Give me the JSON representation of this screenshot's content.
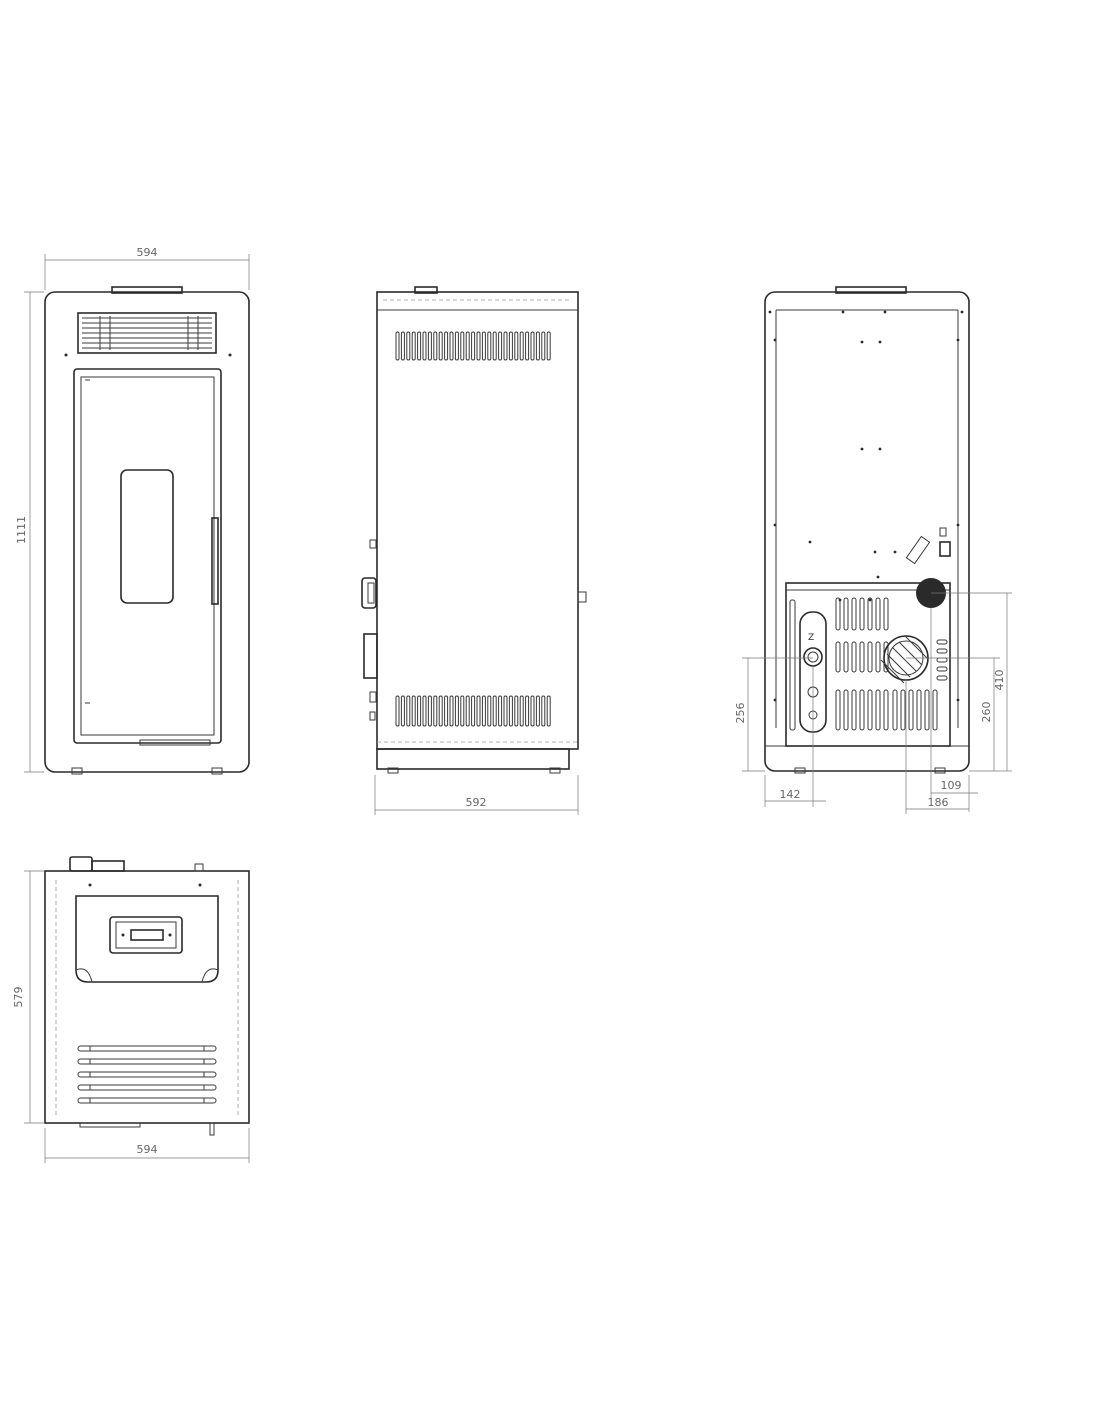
{
  "views": {
    "front": {
      "width_label": "594",
      "height_label": "1111"
    },
    "side": {
      "depth_label": "592"
    },
    "rear": {
      "dim_256": "256",
      "dim_260": "260",
      "dim_410": "410",
      "dim_142": "142",
      "dim_109": "109",
      "dim_186": "186"
    },
    "top": {
      "width_label": "594",
      "depth_label": "579"
    }
  },
  "colors": {
    "line": "#2a2a2a",
    "dimension": "#666666",
    "background": "#ffffff"
  }
}
